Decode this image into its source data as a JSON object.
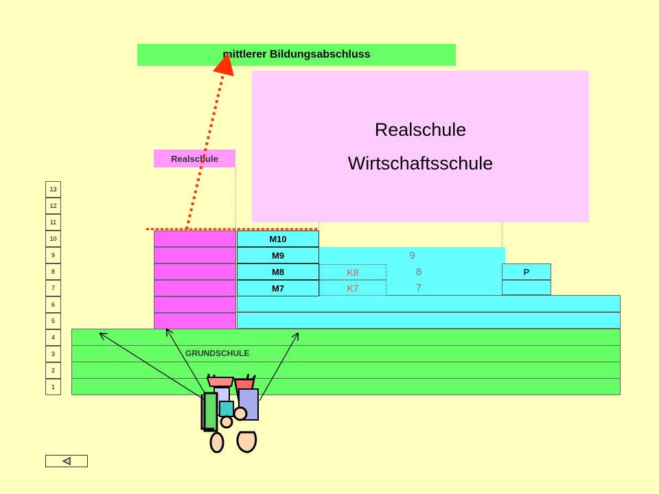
{
  "top_banner": {
    "label": "mittlerer Bildungsabschluss",
    "color": "#66ff66"
  },
  "main_box": {
    "line1": "Realschule",
    "line2": "Wirtschaftsschule",
    "color": "#ffccff"
  },
  "realschule_label": "Realschule",
  "grundschule_label": "GRUNDSCHULE",
  "grades": [
    "13",
    "12",
    "11",
    "10",
    "9",
    "8",
    "7",
    "6",
    "5",
    "4",
    "3",
    "2",
    "1"
  ],
  "m_classes": [
    "M10",
    "M9",
    "M8",
    "M7"
  ],
  "k_classes": [
    "K8",
    "K7"
  ],
  "cyan_numbers": [
    "9",
    "8",
    "7"
  ],
  "p_label": "P",
  "colors": {
    "background": "#ffffc0",
    "cyan": "#66ffff",
    "pink": "#ff66ff",
    "green": "#66ff66",
    "arrow": "#ff3300"
  },
  "illustration": "children-icon",
  "nav_icon": "back-triangle-icon"
}
